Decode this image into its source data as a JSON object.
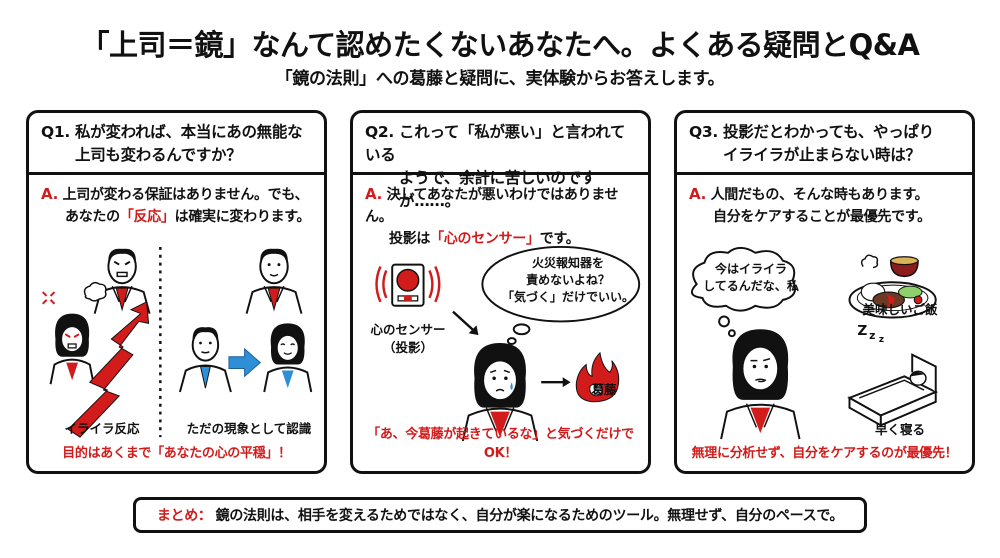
{
  "header": {
    "title": "「上司＝鏡」なんて認めたくないあなたへ。よくある疑問とQ&A",
    "subtitle": "「鏡の法則」への葛藤と疑問に、実体験からお答えします。"
  },
  "colors": {
    "accent_red": "#d21b1b",
    "accent_blue": "#2f8fd6",
    "ink": "#111111",
    "background": "#ffffff"
  },
  "panels": [
    {
      "question_line1": "Q1. 私が変われば、本当にあの無能な",
      "question_line2": "上司も変わるんですか？",
      "answer_mark": "A.",
      "answer_line1": "上司が変わる保証はありません。でも、",
      "answer_line2_pre": "あなたの",
      "answer_highlight": "「反応」",
      "answer_line2_post": "は確実に変わります。",
      "illustration": {
        "left_caption": "イライラ反応",
        "right_caption": "ただの現象として認識",
        "icons": [
          "angry-woman",
          "angry-boss",
          "red-zigzag-arrow",
          "calm-man",
          "blue-arrow",
          "calm-woman",
          "calm-boss"
        ]
      },
      "bottom_note": "目的はあくまで「あなたの心の平穏」！"
    },
    {
      "question_line1": "Q2. これって「私が悪い」と言われている",
      "question_line2": "ようで、余計に苦しいのですが……。",
      "answer_mark": "A.",
      "answer_line1": "決してあなたが悪いわけではありません。",
      "answer_line2_pre": "投影は",
      "answer_highlight": "「心のセンサー」",
      "answer_line2_post": "です。",
      "illustration": {
        "sensor_label_line1": "心のセンサー",
        "sensor_label_line2": "（投影）",
        "bubble_line1": "火災報知器を",
        "bubble_line2": "責めないよね？",
        "bubble_line3": "「気づく」だけでいい。",
        "fire_label": "葛藤",
        "icons": [
          "fire-alarm",
          "worried-woman",
          "fire"
        ]
      },
      "bottom_note": "「あ、今葛藤が起きているな」と気づくだけでOK！"
    },
    {
      "question_line1": "Q3. 投影だとわかっても、やっぱり",
      "question_line2": "イライラが止まらない時は？",
      "answer_mark": "A.",
      "answer_line1": "人間だもの、そんな時もあります。",
      "answer_line2_pre": "自分をケアすることが最優先です。",
      "answer_highlight": "",
      "answer_line2_post": "",
      "illustration": {
        "bubble_line1": "今はイライラ",
        "bubble_line2": "してるんだな、私",
        "meal_label": "美味しいご飯",
        "sleep_label": "早く寝る",
        "zzz": "Z z z",
        "icons": [
          "thinking-woman",
          "meal",
          "sleeping-in-bed"
        ]
      },
      "bottom_note": "無理に分析せず、自分をケアするのが最優先！"
    }
  ],
  "summary": {
    "label": "まとめ：",
    "text": "鏡の法則は、相手を変えるためではなく、自分が楽になるためのツール。無理せず、自分のペースで。"
  }
}
